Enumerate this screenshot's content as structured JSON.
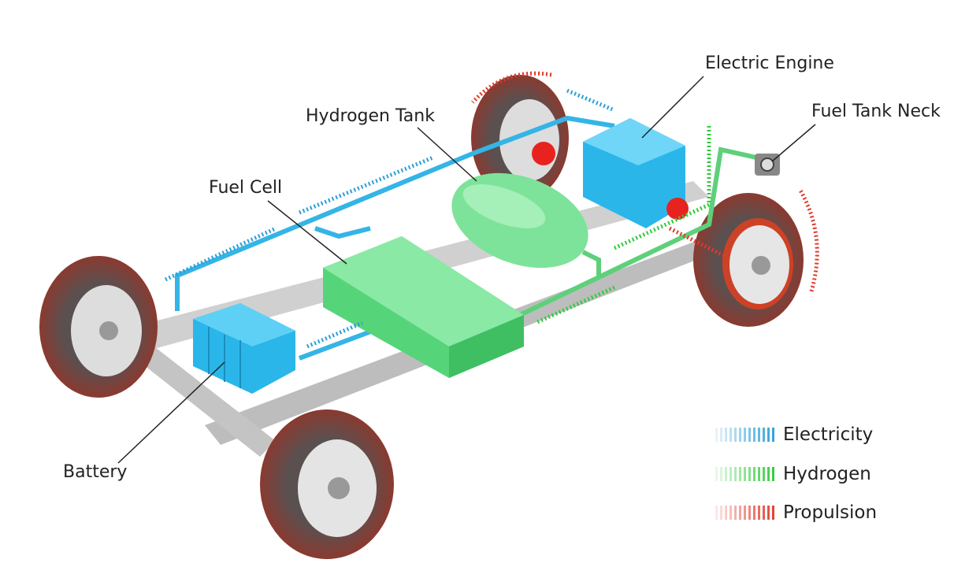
{
  "labels": {
    "electric_engine": "Electric Engine",
    "fuel_tank_neck": "Fuel Tank Neck",
    "hydrogen_tank": "Hydrogen Tank",
    "fuel_cell": "Fuel Cell",
    "battery": "Battery"
  },
  "legend": [
    {
      "label": "Electricity",
      "color": "#2a9fd8"
    },
    {
      "label": "Hydrogen",
      "color": "#2ecc3a"
    },
    {
      "label": "Propulsion",
      "color": "#e03a2a"
    }
  ],
  "colors": {
    "battery": "#2bb6ea",
    "fuel_cell": "#6fe08a",
    "tank": "#7ee39a",
    "engine": "#2bb6ea",
    "frame": "#c8c8c8",
    "tire": "#4a4444"
  }
}
